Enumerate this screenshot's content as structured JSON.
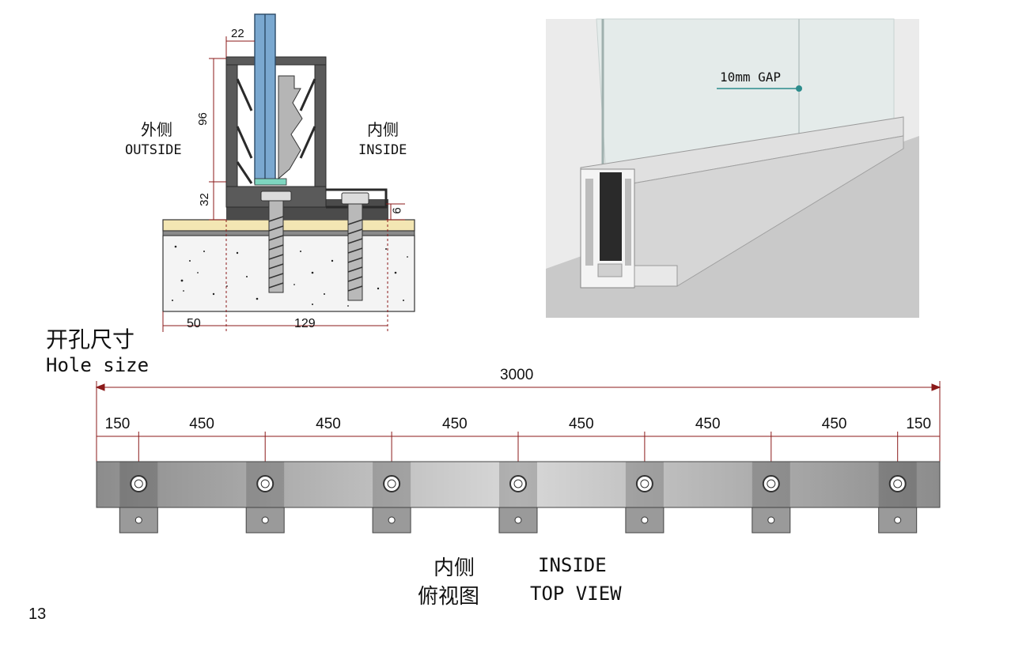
{
  "section_view": {
    "outside_cn": "外侧",
    "outside_en": "OUTSIDE",
    "inside_cn": "内侧",
    "inside_en": "INSIDE",
    "dims": {
      "d22": "22",
      "d96": "96",
      "d32": "32",
      "d6": "6",
      "d50": "50",
      "d129": "129"
    }
  },
  "render_3d": {
    "gap_label": "10mm GAP"
  },
  "hole_size": {
    "title_cn": "开孔尺寸",
    "title_en": "Hole size"
  },
  "top_view": {
    "overall": "3000",
    "spacings": [
      "150",
      "450",
      "450",
      "450",
      "450",
      "450",
      "450",
      "150"
    ],
    "caption_cn_1": "内侧",
    "caption_en_1": "INSIDE",
    "caption_cn_2": "俯视图",
    "caption_en_2": "TOP VIEW"
  },
  "page_number": "13",
  "colors": {
    "dim_red": "#8b1a1a",
    "glass_blue": "#6f9fc8",
    "profile_dark": "#4a4a4a",
    "slab_beige": "#f0e4b0"
  }
}
